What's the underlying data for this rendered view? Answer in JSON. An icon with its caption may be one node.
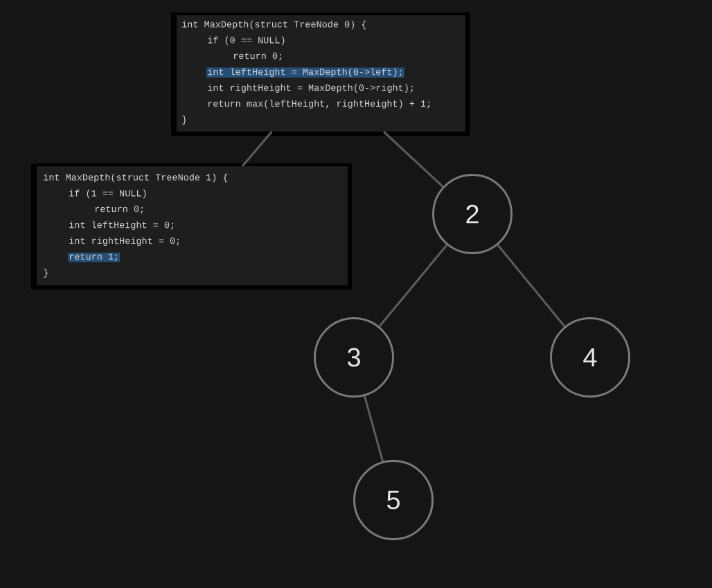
{
  "diagram": {
    "nodes": [
      {
        "text": [
          "int MaxDepth(struct TreeNode 0) {",
          "if (0 == NULL)",
          "return 0;",
          "int leftHeight = MaxDepth(0->left);",
          "int rightHeight = MaxDepth(0->right);",
          "return max(leftHeight, rightHeight) + 1;",
          "}"
        ]
      },
      {
        "text": [
          "int MaxDepth(struct TreeNode 1) {",
          "if (1 == NULL)",
          "return 0;",
          "int leftHeight = 0;",
          "int rightHeight = 0;",
          "return 1;",
          "}"
        ]
      },
      {
        "text": [
          "2"
        ]
      },
      {
        "text": [
          "3"
        ]
      },
      {
        "text": [
          "4"
        ]
      },
      {
        "text": [
          "5"
        ]
      }
    ],
    "edges": [
      {
        "from": 0,
        "to": 1,
        "arrow": "none"
      },
      {
        "from": 0,
        "to": 2,
        "arrow": "none"
      },
      {
        "from": 2,
        "to": 3,
        "arrow": "none"
      },
      {
        "from": 2,
        "to": 4,
        "arrow": "none"
      },
      {
        "from": 3,
        "to": 5,
        "arrow": "none"
      }
    ]
  }
}
